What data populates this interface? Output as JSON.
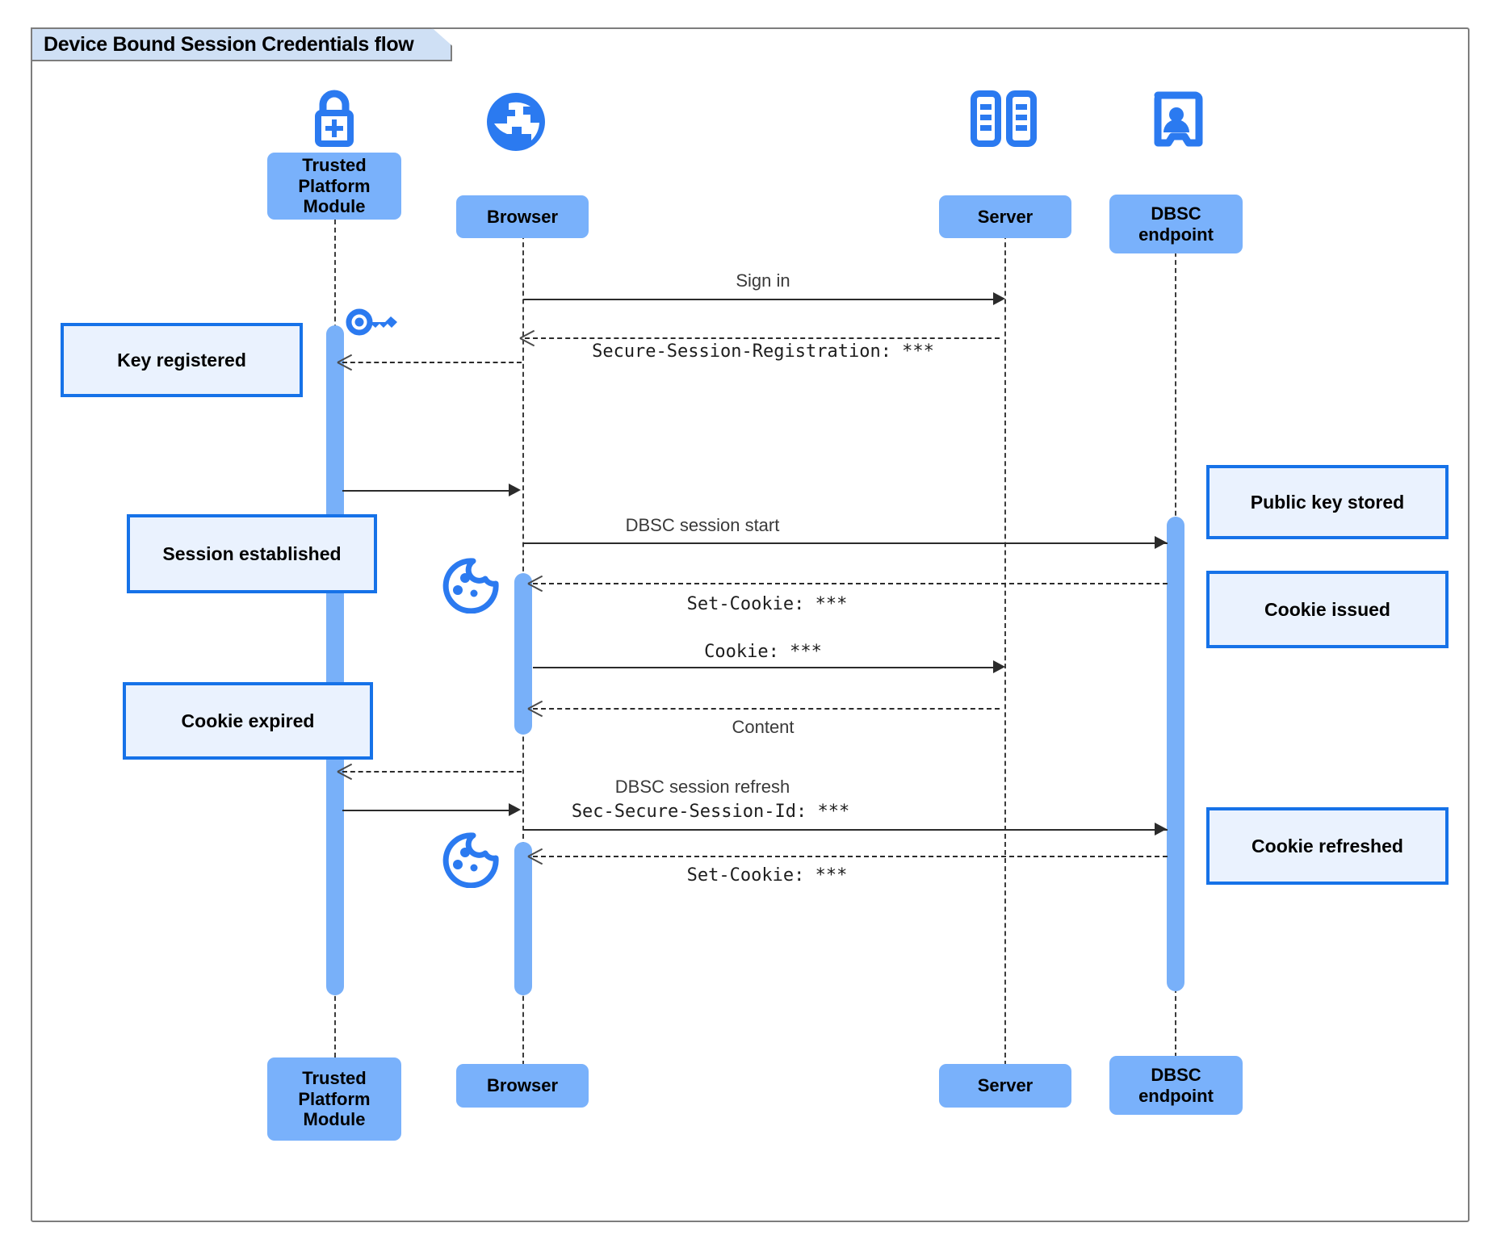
{
  "frame": {
    "title": "Device Bound Session Credentials flow"
  },
  "participants": [
    {
      "id": "tpm",
      "label": "Trusted Platform Module",
      "icon": "padlock-plus-icon"
    },
    {
      "id": "browser",
      "label": "Browser",
      "icon": "globe-icon"
    },
    {
      "id": "server",
      "label": "Server",
      "icon": "server-rack-icon"
    },
    {
      "id": "dbsc",
      "label": "DBSC endpoint",
      "icon": "id-badge-icon"
    }
  ],
  "messages": [
    {
      "id": "m1",
      "label": "Sign in",
      "style": "sans",
      "from": "browser",
      "to": "server",
      "kind": "solid-right"
    },
    {
      "id": "m2",
      "label": "Secure-Session-Registration: ***",
      "style": "mono",
      "from": "server",
      "to": "browser",
      "kind": "dashed-left"
    },
    {
      "id": "m3",
      "label": "",
      "style": "sans",
      "from": "tpm",
      "to": "browser",
      "kind": "solid-right"
    },
    {
      "id": "m4",
      "label": "DBSC session start",
      "style": "sans",
      "from": "browser",
      "to": "dbsc",
      "kind": "solid-right"
    },
    {
      "id": "m5",
      "label": "Set-Cookie: ***",
      "style": "mono",
      "from": "dbsc",
      "to": "browser",
      "kind": "dashed-left"
    },
    {
      "id": "m6",
      "label": "Cookie: ***",
      "style": "mono",
      "from": "browser",
      "to": "server",
      "kind": "solid-right"
    },
    {
      "id": "m7",
      "label": "Content",
      "style": "sans",
      "from": "server",
      "to": "browser",
      "kind": "dashed-left"
    },
    {
      "id": "m8",
      "label": "DBSC session refresh",
      "style": "sans",
      "from": "browser",
      "to": "tpm",
      "kind": "dashed-left"
    },
    {
      "id": "m9",
      "label": "Sec-Secure-Session-Id: ***",
      "style": "mono",
      "from": "browser",
      "to": "dbsc",
      "kind": "solid-right"
    },
    {
      "id": "m10",
      "label": "Set-Cookie: ***",
      "style": "mono",
      "from": "dbsc",
      "to": "browser",
      "kind": "dashed-left"
    }
  ],
  "notes": [
    {
      "id": "n1",
      "text": "Key registered",
      "side": "left"
    },
    {
      "id": "n2",
      "text": "Session established",
      "side": "left"
    },
    {
      "id": "n3",
      "text": "Cookie expired",
      "side": "left"
    },
    {
      "id": "n4",
      "text": "Public key stored",
      "side": "right"
    },
    {
      "id": "n5",
      "text": "Cookie issued",
      "side": "right"
    },
    {
      "id": "n6",
      "text": "Cookie refreshed",
      "side": "right"
    }
  ],
  "annotation_icons": [
    {
      "id": "a1",
      "name": "key-icon"
    },
    {
      "id": "a2",
      "name": "cookie-icon"
    },
    {
      "id": "a3",
      "name": "cookie-icon"
    }
  ],
  "colors": {
    "participant_fill": "#79b1fb",
    "icon_blue": "#2b7af0",
    "activation_fill": "#78b0f9",
    "note_border": "#1672e8",
    "note_fill": "#eaf2fe",
    "frame_border": "#7d7d7d",
    "frame_tab_fill": "#cfe0f5",
    "line": "#2b2b2b"
  }
}
